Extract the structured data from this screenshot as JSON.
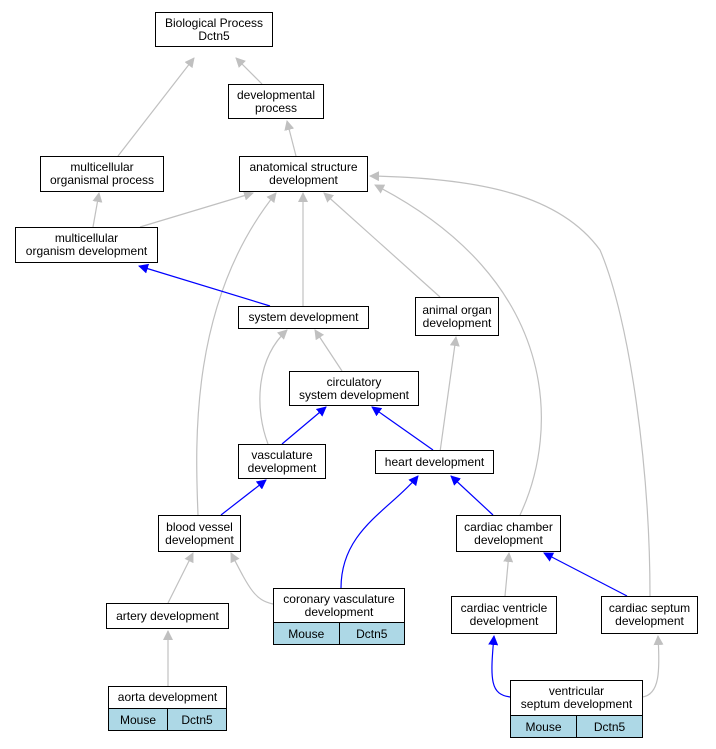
{
  "nodes": {
    "bp": {
      "l1": "Biological Process",
      "l2": "Dctn5"
    },
    "dev": {
      "l1": "developmental",
      "l2": "process"
    },
    "mop": {
      "l1": "multicellular",
      "l2": "organismal process"
    },
    "asd": {
      "l1": "anatomical structure",
      "l2": "development"
    },
    "mod": {
      "l1": "multicellular",
      "l2": "organism development"
    },
    "sysdev": {
      "l1": "system development"
    },
    "aod": {
      "l1": "animal organ",
      "l2": "development"
    },
    "csd": {
      "l1": "circulatory",
      "l2": "system development"
    },
    "vasc": {
      "l1": "vasculature",
      "l2": "development"
    },
    "heart": {
      "l1": "heart development"
    },
    "bvd": {
      "l1": "blood vessel",
      "l2": "development"
    },
    "ccd": {
      "l1": "cardiac chamber",
      "l2": "development"
    },
    "cvd": {
      "l1": "coronary vasculature",
      "l2": "development"
    },
    "artery": {
      "l1": "artery development"
    },
    "cvent": {
      "l1": "cardiac ventricle",
      "l2": "development"
    },
    "csept": {
      "l1": "cardiac septum",
      "l2": "development"
    },
    "aorta": {
      "l1": "aorta development"
    },
    "vsd": {
      "l1": "ventricular",
      "l2": "septum development"
    }
  },
  "annotations": {
    "cvd": {
      "organism": "Mouse",
      "gene": "Dctn5"
    },
    "aorta": {
      "organism": "Mouse",
      "gene": "Dctn5"
    },
    "vsd": {
      "organism": "Mouse",
      "gene": "Dctn5"
    }
  },
  "colors": {
    "edge_gray": "#c0c0c0",
    "edge_blue": "#0000ff",
    "annotation_fill": "#add8e6"
  }
}
